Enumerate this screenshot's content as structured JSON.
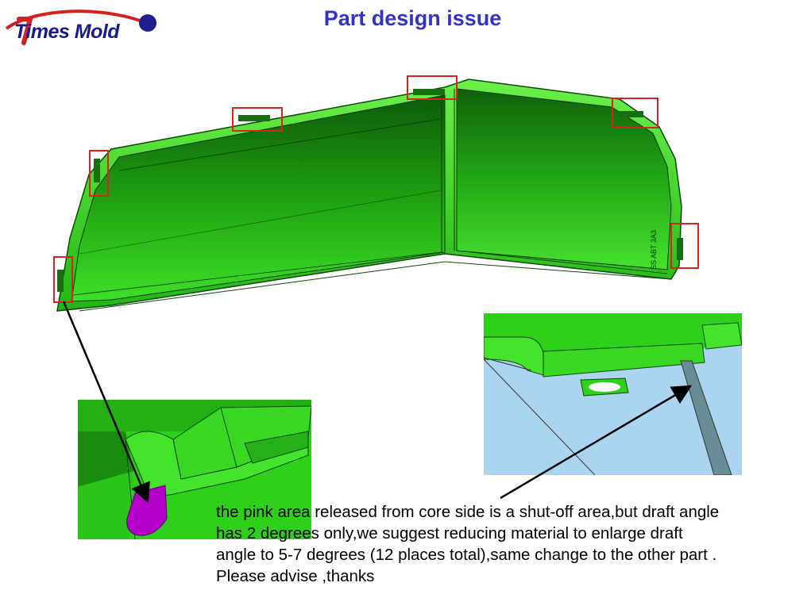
{
  "logo": {
    "text": "Times Mold"
  },
  "title": "Part design issue",
  "note": "the pink area released from core side is a shut-off  area,but draft angle\nhas 2 degrees only,we suggest reducing material to enlarge draft\nangle to 5-7 degrees (12 places total),same change to the other part .\nPlease advise ,thanks",
  "part_marking": "SS ABT 3A3",
  "colors": {
    "part_green": "#2ecc1a",
    "highlight_box": "#e02020",
    "shutoff_pink": "#b400c8",
    "title_blue": "#3333cc",
    "logo_red": "#d62020",
    "logo_blue": "#1a1a8c",
    "mold_light_blue": "#aad4f0"
  }
}
